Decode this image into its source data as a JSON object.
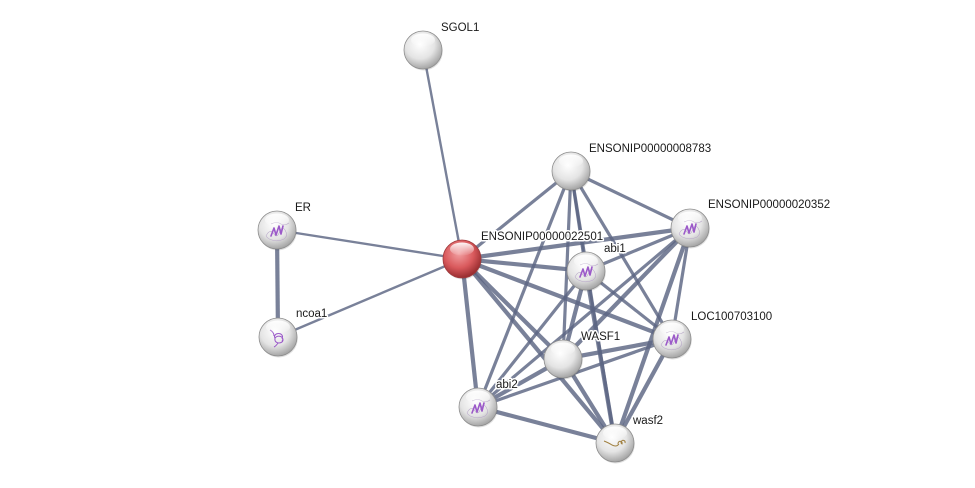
{
  "title": "Protein interaction network",
  "colors": {
    "query_node": "#d9595c",
    "node": "#e6e6e6",
    "edge": "#5c6583",
    "structure_icon": "#9b59c9",
    "helix_icon": "#a08040"
  },
  "nodes": [
    {
      "id": "SGOL1",
      "label": "SGOL1",
      "query": false,
      "icon": "none"
    },
    {
      "id": "ENSONIP00000008783",
      "label": "ENSONIP00000008783",
      "query": false,
      "icon": "none"
    },
    {
      "id": "ENSONIP00000020352",
      "label": "ENSONIP00000020352",
      "query": false,
      "icon": "protein-structure"
    },
    {
      "id": "ENSONIP00000022501",
      "label": "ENSONIP00000022501",
      "query": true,
      "icon": "none"
    },
    {
      "id": "abi1",
      "label": "abi1",
      "query": false,
      "icon": "protein-structure"
    },
    {
      "id": "ER",
      "label": "ER",
      "query": false,
      "icon": "protein-structure"
    },
    {
      "id": "ncoa1",
      "label": "ncoa1",
      "query": false,
      "icon": "helix-structure"
    },
    {
      "id": "LOC100703100",
      "label": "LOC100703100",
      "query": false,
      "icon": "protein-structure"
    },
    {
      "id": "WASF1",
      "label": "WASF1",
      "query": false,
      "icon": "none"
    },
    {
      "id": "abi2",
      "label": "abi2",
      "query": false,
      "icon": "protein-structure"
    },
    {
      "id": "wasf2",
      "label": "wasf2",
      "query": false,
      "icon": "helix-small"
    }
  ],
  "edges": [
    {
      "source": "SGOL1",
      "target": "ENSONIP00000022501",
      "strength": "weak"
    },
    {
      "source": "ER",
      "target": "ENSONIP00000022501",
      "strength": "weak"
    },
    {
      "source": "ncoa1",
      "target": "ENSONIP00000022501",
      "strength": "weak"
    },
    {
      "source": "ER",
      "target": "ncoa1",
      "strength": "strong"
    },
    {
      "source": "ENSONIP00000022501",
      "target": "ENSONIP00000008783",
      "strength": "medium"
    },
    {
      "source": "ENSONIP00000022501",
      "target": "ENSONIP00000020352",
      "strength": "strong"
    },
    {
      "source": "ENSONIP00000022501",
      "target": "abi1",
      "strength": "strong"
    },
    {
      "source": "ENSONIP00000022501",
      "target": "LOC100703100",
      "strength": "strong"
    },
    {
      "source": "ENSONIP00000022501",
      "target": "WASF1",
      "strength": "strong"
    },
    {
      "source": "ENSONIP00000022501",
      "target": "abi2",
      "strength": "strong"
    },
    {
      "source": "ENSONIP00000022501",
      "target": "wasf2",
      "strength": "strong"
    },
    {
      "source": "ENSONIP00000008783",
      "target": "ENSONIP00000020352",
      "strength": "medium"
    },
    {
      "source": "ENSONIP00000008783",
      "target": "abi1",
      "strength": "medium"
    },
    {
      "source": "ENSONIP00000008783",
      "target": "LOC100703100",
      "strength": "medium"
    },
    {
      "source": "ENSONIP00000008783",
      "target": "WASF1",
      "strength": "medium"
    },
    {
      "source": "ENSONIP00000008783",
      "target": "abi2",
      "strength": "medium"
    },
    {
      "source": "ENSONIP00000008783",
      "target": "wasf2",
      "strength": "medium"
    },
    {
      "source": "ENSONIP00000020352",
      "target": "abi1",
      "strength": "medium"
    },
    {
      "source": "ENSONIP00000020352",
      "target": "LOC100703100",
      "strength": "medium"
    },
    {
      "source": "ENSONIP00000020352",
      "target": "WASF1",
      "strength": "strong"
    },
    {
      "source": "ENSONIP00000020352",
      "target": "abi2",
      "strength": "medium"
    },
    {
      "source": "ENSONIP00000020352",
      "target": "wasf2",
      "strength": "strong"
    },
    {
      "source": "abi1",
      "target": "LOC100703100",
      "strength": "medium"
    },
    {
      "source": "abi1",
      "target": "WASF1",
      "strength": "strong"
    },
    {
      "source": "abi1",
      "target": "abi2",
      "strength": "medium"
    },
    {
      "source": "abi1",
      "target": "wasf2",
      "strength": "strong"
    },
    {
      "source": "LOC100703100",
      "target": "WASF1",
      "strength": "strong"
    },
    {
      "source": "LOC100703100",
      "target": "abi2",
      "strength": "medium"
    },
    {
      "source": "LOC100703100",
      "target": "wasf2",
      "strength": "strong"
    },
    {
      "source": "WASF1",
      "target": "abi2",
      "strength": "strong"
    },
    {
      "source": "WASF1",
      "target": "wasf2",
      "strength": "strong"
    },
    {
      "source": "abi2",
      "target": "wasf2",
      "strength": "strong"
    }
  ]
}
